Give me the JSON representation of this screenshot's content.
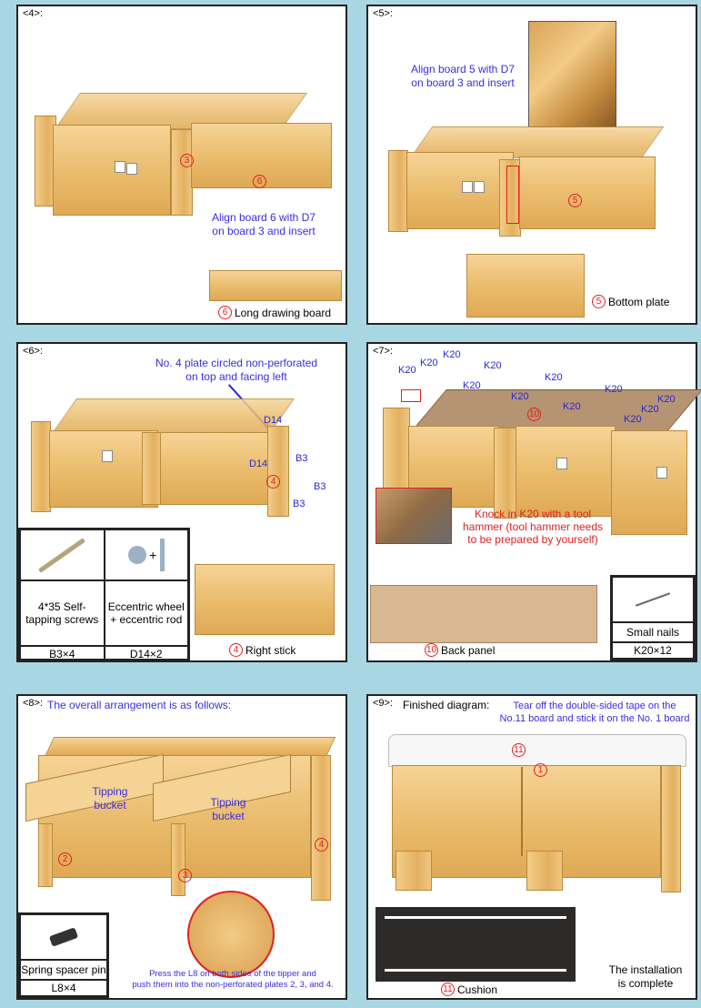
{
  "steps": {
    "s4": {
      "num": "<4>:",
      "instruction": "Align board 6 with D7\non board 3 and insert",
      "board_3": "3",
      "board_6": "6",
      "caption_num": "6",
      "caption": "Long drawing board"
    },
    "s5": {
      "num": "<5>:",
      "instruction": "Align board 5 with D7\non board 3 and insert",
      "board_5": "5",
      "caption_num": "5",
      "caption": "Bottom plate"
    },
    "s6": {
      "num": "<6>:",
      "instruction": "No. 4 plate circled non-perforated\non top and facing left",
      "labels": [
        "D14",
        "D14",
        "B3",
        "B3",
        "B3"
      ],
      "board_4": "4",
      "parts": [
        {
          "desc": "4*35 Self-\ntapping screws",
          "code": "B3×4"
        },
        {
          "desc": "Eccentric wheel\n+ eccentric rod",
          "code": "D14×2"
        }
      ],
      "plus": "+",
      "caption_num": "4",
      "caption": "Right stick"
    },
    "s7": {
      "num": "<7>:",
      "k20_label": "K20",
      "board_10": "10",
      "instruction": "Knock in K20 with a tool\nhammer (tool hammer needs\nto be prepared by yourself)",
      "caption_num": "10",
      "caption": "Back panel",
      "part_desc": "Small nails",
      "part_code": "K20×12"
    },
    "s8": {
      "num": "<8>:",
      "title": "The overall arrangement is as follows:",
      "tipping_1": "Tipping\nbucket",
      "tipping_2": "Tipping\nbucket",
      "board_2": "2",
      "board_3": "3",
      "board_4": "4",
      "part_desc": "Spring spacer pin",
      "part_code": "L8×4",
      "instruction": "Press the L8 on both sides of the tipper and\npush them into the non-perforated plates 2, 3, and 4."
    },
    "s9": {
      "num": "<9>:",
      "title": "Finished diagram:",
      "instruction": "Tear off the double-sided tape on the\nNo.11 board and stick it on the No. 1 board",
      "board_11": "11",
      "board_1": "1",
      "caption_num": "11",
      "caption": "Cushion",
      "complete": "The installation\nis complete"
    }
  },
  "colors": {
    "background": "#a9d6e3",
    "instruction_blue": "#3a2ce6",
    "callout_red": "#e0201f",
    "wood": "#e9bb6b"
  }
}
